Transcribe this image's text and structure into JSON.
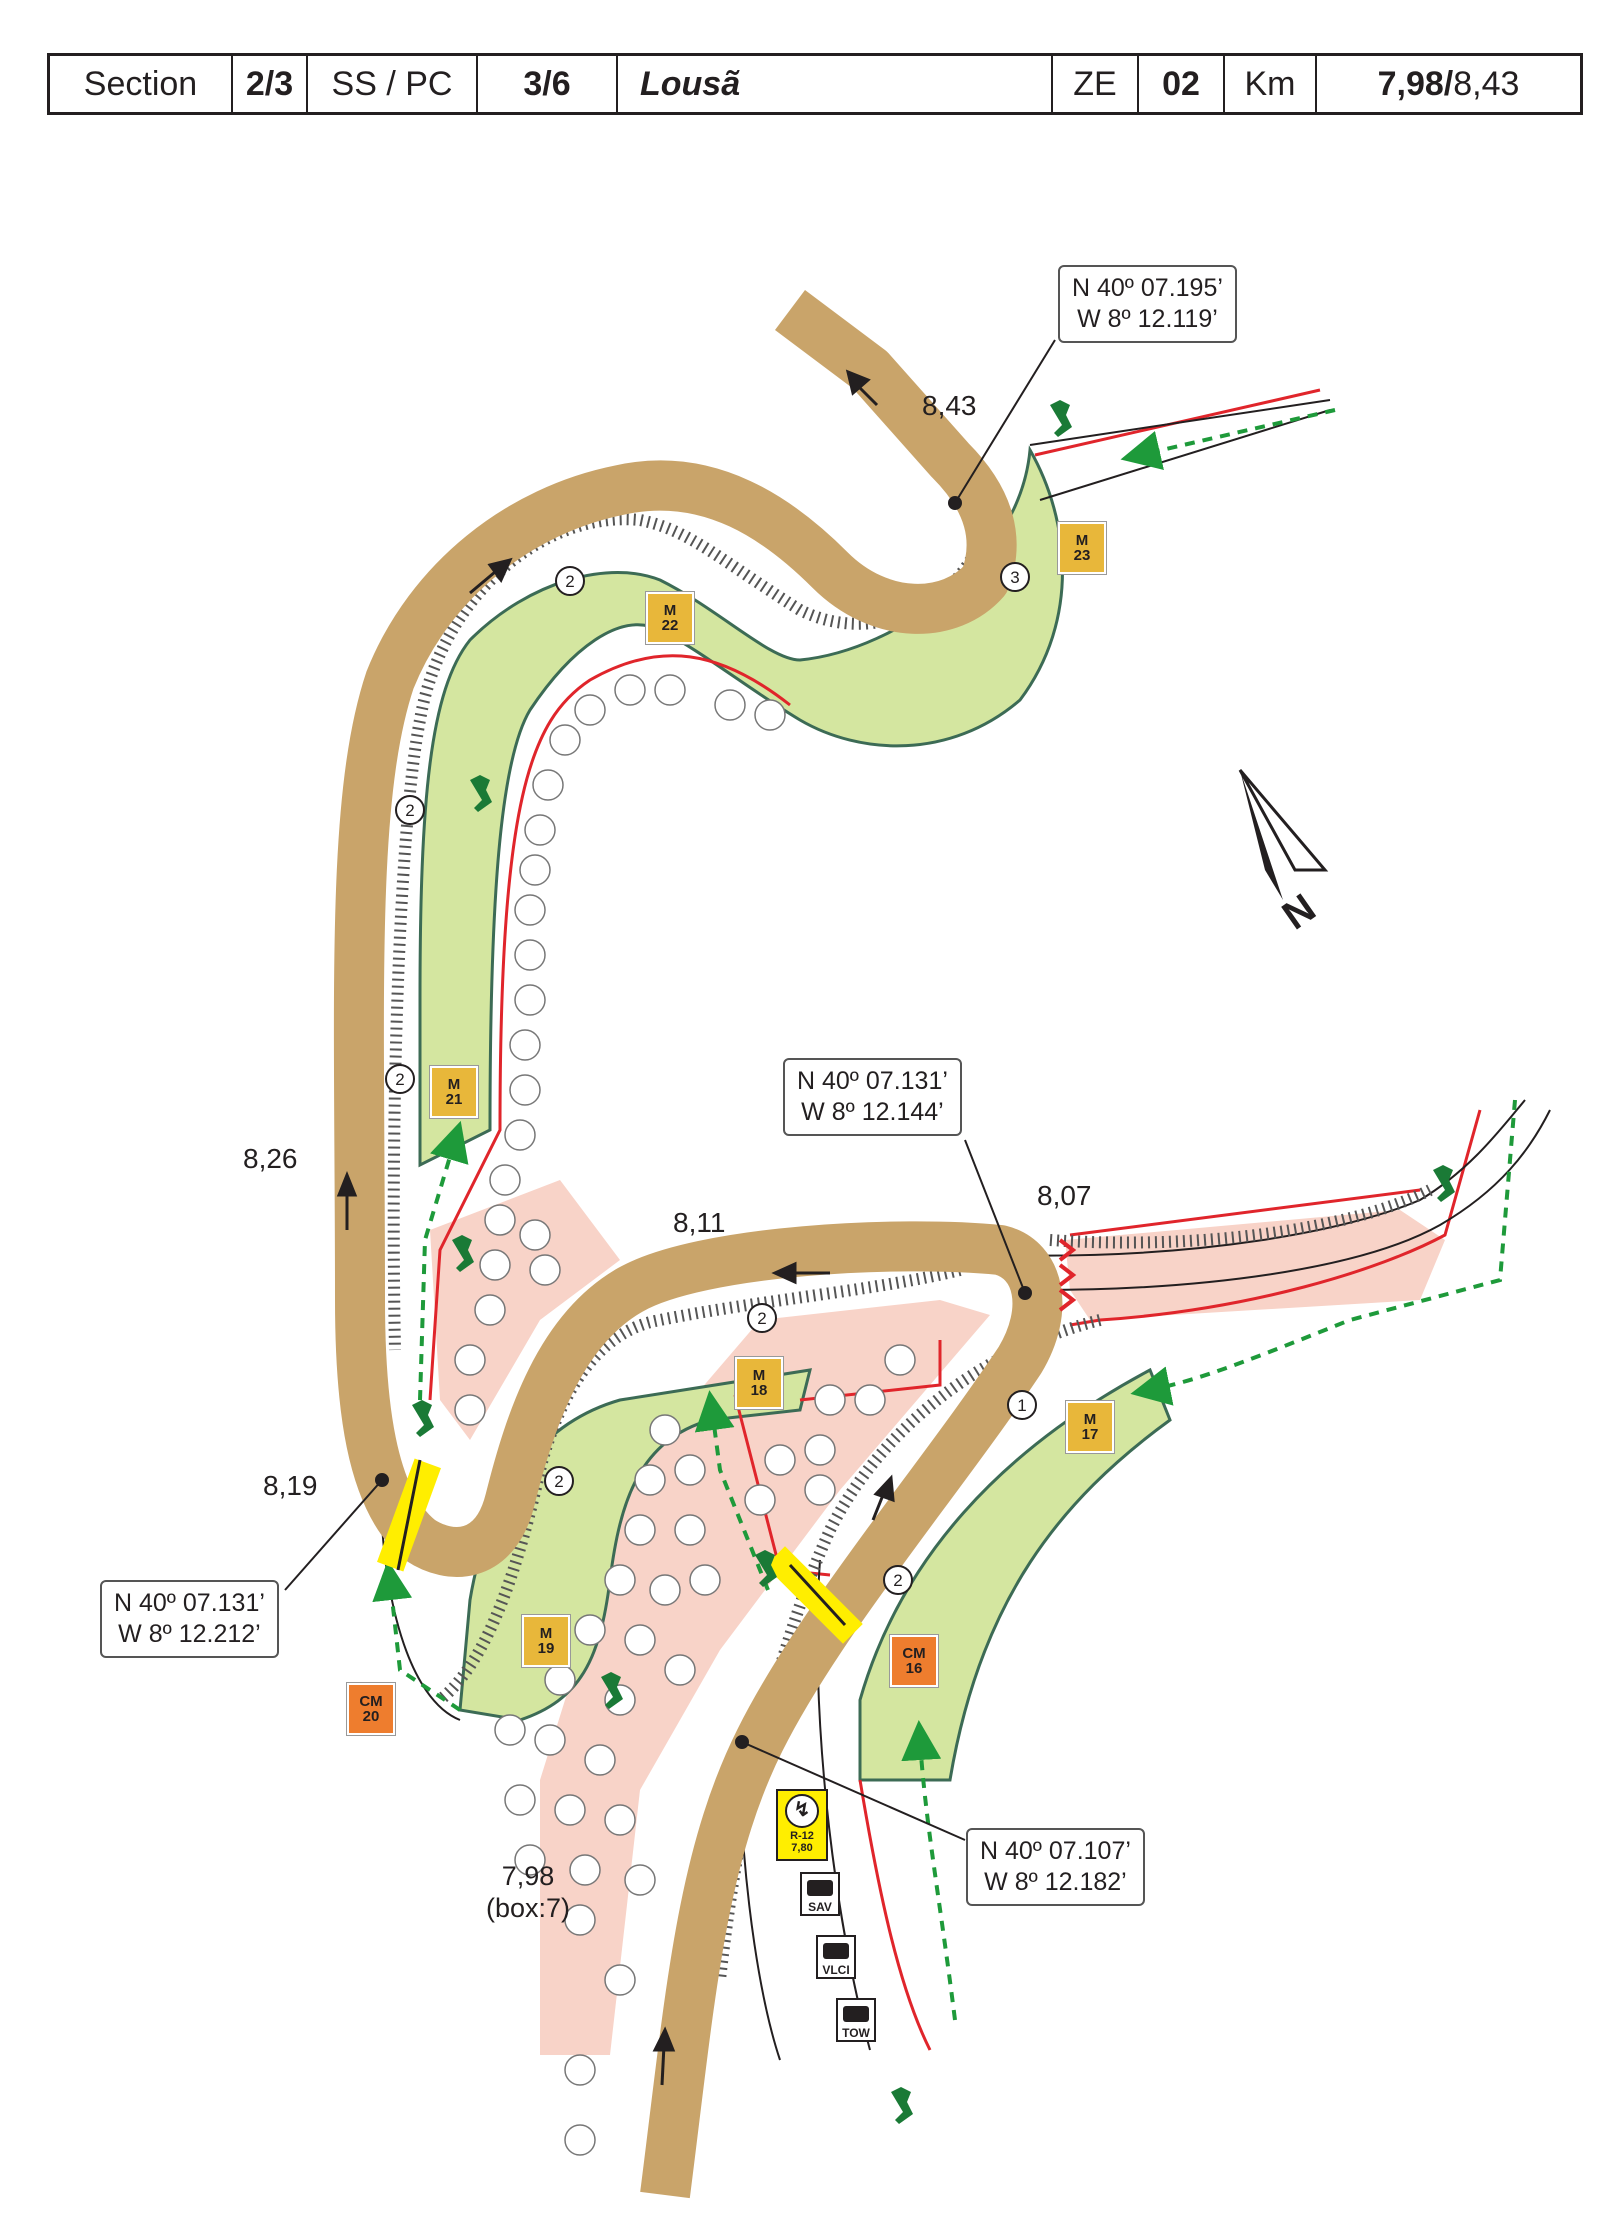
{
  "header": {
    "section_label": "Section",
    "section_value": "2/3",
    "sspc_label": "SS / PC",
    "sspc_value": "3/6",
    "stage_name": "Lousã",
    "ze_label": "ZE",
    "ze_value": "02",
    "km_label": "Km",
    "km_value_bold": "7,98/",
    "km_value_rest": "8,43"
  },
  "colors": {
    "road": "#c9a46a",
    "spectator_green": "#d4e6a0",
    "forbidden_pink": "#f8d3c8",
    "red_line": "#e0252b",
    "green_arrow": "#1e9a3a",
    "marshal_badge": "#e8b73a",
    "chief_marshal_badge": "#ee7d2e",
    "radio_box": "#ffee00"
  },
  "coordinates": [
    {
      "lat": "N 40º 07.195’",
      "lon": "W 8º 12.119’"
    },
    {
      "lat": "N 40º 07.131’",
      "lon": "W 8º 12.144’"
    },
    {
      "lat": "N 40º 07.131’",
      "lon": "W 8º 12.212’"
    },
    {
      "lat": "N 40º 07.107’",
      "lon": "W 8º 12.182’"
    }
  ],
  "km_markers": [
    "8,43",
    "8,26",
    "8,11",
    "8,07",
    "8,19"
  ],
  "start_marker": {
    "km": "7,98",
    "box": "(box:7)"
  },
  "marshal_posts": [
    {
      "type": "M",
      "number": "23"
    },
    {
      "type": "M",
      "number": "22"
    },
    {
      "type": "M",
      "number": "21"
    },
    {
      "type": "M",
      "number": "18"
    },
    {
      "type": "M",
      "number": "17"
    },
    {
      "type": "M",
      "number": "19"
    },
    {
      "type": "CM",
      "number": "16"
    },
    {
      "type": "CM",
      "number": "20"
    }
  ],
  "radio_point": {
    "code": "R-12",
    "km": "7,80"
  },
  "services": [
    "SAV",
    "VLCI",
    "TOW"
  ],
  "corner_grades": [
    "2",
    "3",
    "2",
    "2",
    "2",
    "1",
    "2",
    "2"
  ],
  "north_label": "N"
}
